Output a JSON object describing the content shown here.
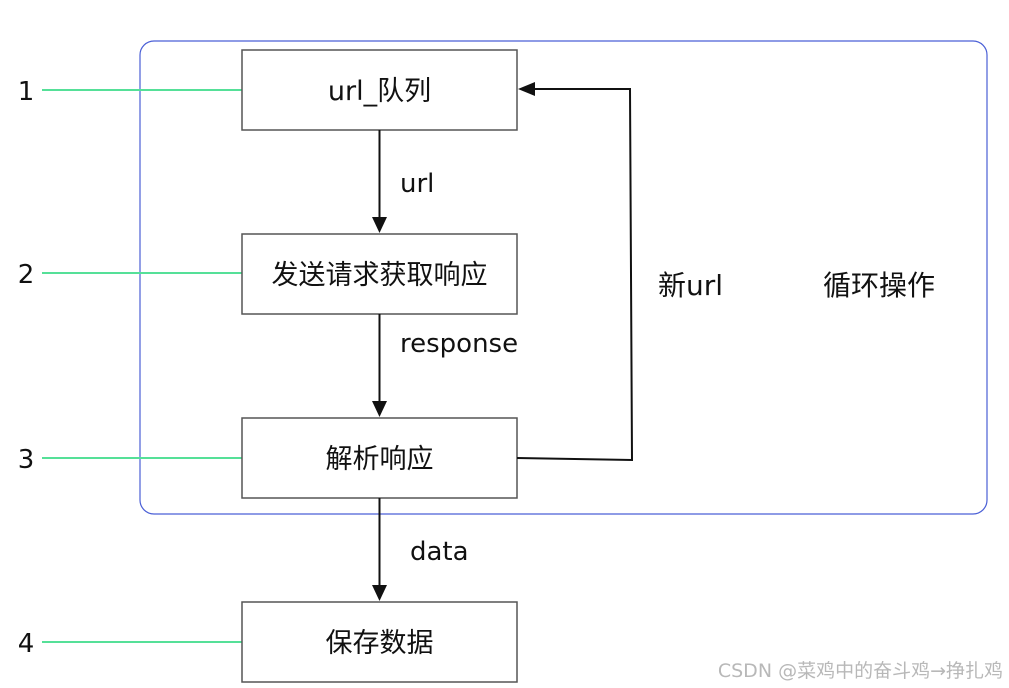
{
  "colors": {
    "loop_border": "#4a5fd6",
    "marker_line": "#55e098",
    "box_border": "#555555",
    "text": "#111111",
    "watermark": "#b8b8b8"
  },
  "steps": [
    {
      "number": "1",
      "label": "url_队列"
    },
    {
      "number": "2",
      "label": "发送请求获取响应"
    },
    {
      "number": "3",
      "label": "解析响应"
    },
    {
      "number": "4",
      "label": "保存数据"
    }
  ],
  "edges": {
    "queue_to_request": "url",
    "request_to_parse": "response",
    "parse_to_save": "data",
    "parse_to_queue": "新url"
  },
  "loop_label": "循环操作",
  "watermark": "CSDN @菜鸡中的奋斗鸡→挣扎鸡"
}
